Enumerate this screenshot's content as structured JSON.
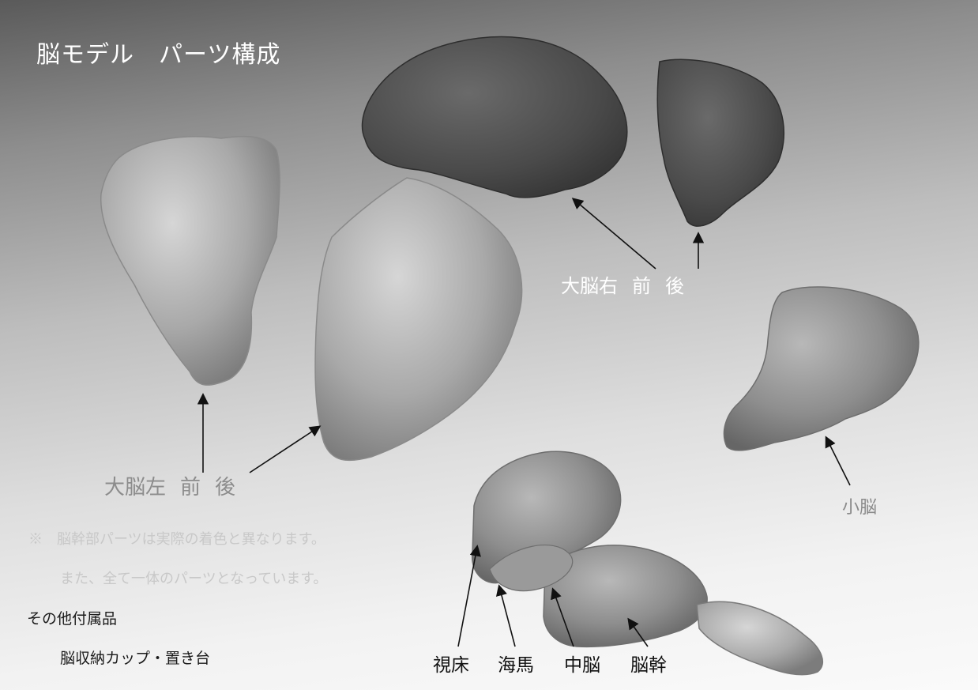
{
  "title": "脳モデル　パーツ構成",
  "cerebrum_right": {
    "name": "大脳右",
    "front": "前",
    "back": "後"
  },
  "cerebrum_left": {
    "name": "大脳左",
    "front": "前",
    "back": "後"
  },
  "cerebellum": "小脳",
  "brainstem_labels": [
    "視床",
    "海馬",
    "中脳",
    "脳幹"
  ],
  "notes": [
    "※　脳幹部パーツは実際の着色と異なります。",
    "また、全て一体のパーツとなっています。"
  ],
  "accessories": {
    "heading": "その他付属品",
    "item": "脳収納カップ・置き台"
  }
}
